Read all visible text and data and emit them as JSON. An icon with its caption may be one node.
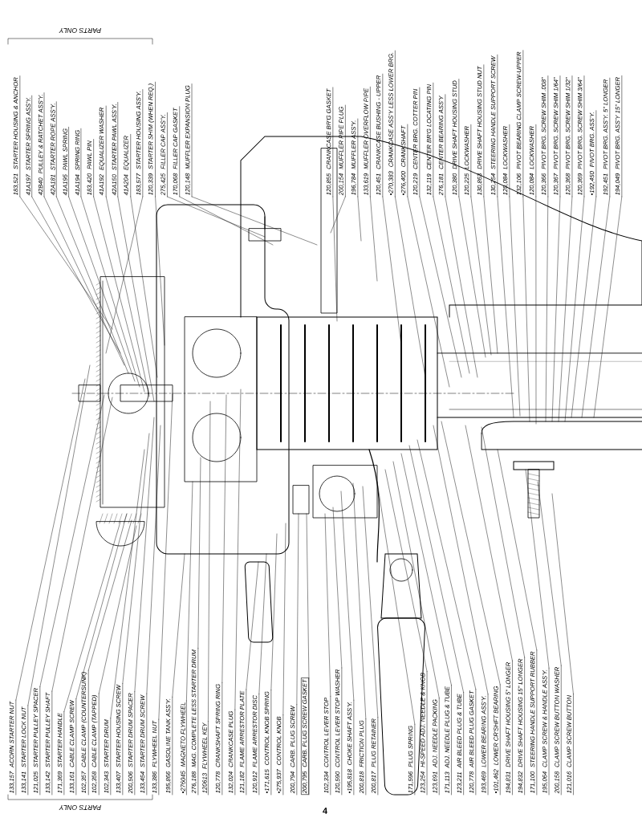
{
  "diagram": {
    "nodes": [
      {
        "text": [
          "183,521",
          "STARTER HOUSING & ANCHOR"
        ]
      },
      {
        "text": [
          "41A197",
          "STARTER SPRING ASS'Y."
        ]
      },
      {
        "text": [
          "42B40",
          "PULLEY & RATCHET ASS'Y."
        ]
      },
      {
        "text": [
          "42A181",
          "STARTER ROPE ASS'Y."
        ]
      },
      {
        "text": [
          "41A195",
          "PAWL SPRING"
        ]
      },
      {
        "text": [
          "41A194",
          "SPRING RING"
        ]
      },
      {
        "text": [
          "183,420",
          "PAWL PIN"
        ]
      },
      {
        "text": [
          "41A192",
          "EQUALIZER WASHER"
        ]
      },
      {
        "text": [
          "42A150",
          "STARTER PAWL ASS'Y."
        ]
      },
      {
        "text": [
          "41A204",
          "EQUALIZER"
        ]
      },
      {
        "text": [
          "183,577",
          "STARTER HOUSING ASS'Y."
        ]
      },
      {
        "text": [
          "120,339",
          "STARTER SHIM (WHEN REQ.)"
        ]
      },
      {
        "text": [
          "275,425",
          "FILLER CAP ASS'Y."
        ]
      },
      {
        "text": [
          "170,068",
          "FILLER CAP GASKET"
        ]
      },
      {
        "text": [
          "120,148",
          "MUFFLER EXPANSION PLUG"
        ]
      },
      {
        "text": [
          "120,855",
          "CRANKCASE BR'G GASKET"
        ]
      },
      {
        "text": [
          "200,154",
          "MUFFLER PIPE PLUG"
        ]
      },
      {
        "text": [
          "196,784",
          "MUFFLER ASS'Y."
        ]
      },
      {
        "text": [
          "133,619",
          "MUFFLER OVERFLOW PIPE"
        ]
      },
      {
        "text": [
          "120,451",
          "CRANKCASE BUSHING - UPPER"
        ]
      },
      {
        "text": [
          "•270,383",
          "CRANKCASE ASS'Y LESS LOWER BRG."
        ]
      },
      {
        "text": [
          "•276,400",
          "CRANKSHAFT"
        ]
      },
      {
        "text": [
          "120,219",
          "CENTER BRG. COTTER PIN"
        ]
      },
      {
        "text": [
          "132,119",
          "CENTER BR'G LOCATING PIN"
        ]
      },
      {
        "text": [
          "276,181",
          "CENTER BEARING ASS'Y"
        ]
      },
      {
        "text": [
          "120,380",
          "DRIVE SHAFT HOUSING STUD"
        ]
      },
      {
        "text": [
          "120,225",
          "LOCKWASHER"
        ]
      },
      {
        "text": [
          "130,863",
          "DRIVE SHAFT HOUSING STUD NUT"
        ]
      },
      {
        "text": [
          "130,254",
          "STEERING HANDLE SUPPORT SCREW"
        ]
      },
      {
        "text": [
          "120,084",
          "LOCKWASHER"
        ]
      },
      {
        "text": [
          "132,106",
          "PIVOT BEARING CLAMP SCREW-UPPER"
        ]
      },
      {
        "text": [
          "120,084",
          "LOCKWASHER"
        ]
      },
      {
        "text": [
          "120,366",
          "PIVOT BRG. SCREW SHIM .008\""
        ]
      },
      {
        "text": [
          "120,367",
          "PIVOT BRG. SCREW SHIM 1/64\""
        ]
      },
      {
        "text": [
          "120,368",
          "PIVOT BRG. SCREW SHIM 1/32\""
        ]
      },
      {
        "text": [
          "120,369",
          "PIVOT BRG. SCREW SHIM 3/64\""
        ]
      },
      {
        "text": [
          "•192,450",
          "PIVOT BRG. ASS'Y."
        ]
      },
      {
        "text": [
          "192,451",
          "PIVOT BRG. ASS'Y. 5\" LONGER"
        ]
      },
      {
        "text": [
          "194,049",
          "PIVOT BRG. ASS'Y 15\" LONGER"
        ]
      },
      {
        "text": [
          "133,157",
          "ACORN STARTER NUT"
        ]
      },
      {
        "text": [
          "133,141",
          "STARTER LOCK NUT"
        ]
      },
      {
        "text": [
          "121,025",
          "STARTER PULLEY SPACER"
        ]
      },
      {
        "text": [
          "133,142",
          "STARTER PULLEY SHAFT"
        ]
      },
      {
        "text": [
          "171,369",
          "STARTER HANDLE"
        ]
      },
      {
        "text": [
          "133,161",
          "CABLE CLAMP SCREW"
        ]
      },
      {
        "text": [
          "102,357",
          "CABLE CLAMP (COUNTERSUNK)"
        ]
      },
      {
        "text": [
          "102,358",
          "CABLE CLAMP (TAPPED)"
        ]
      },
      {
        "text": [
          "102,343",
          "STARTER DRUM"
        ]
      },
      {
        "text": [
          "133,407",
          "STARTER HOUSING SCREW"
        ]
      },
      {
        "text": [
          "200,506",
          "STARTER DRUM SPACER"
        ]
      },
      {
        "text": [
          "133,454",
          "STARTER DRUM SCREW"
        ]
      },
      {
        "text": [
          "133,386",
          "FLYWHEEL NUT"
        ]
      },
      {
        "text": [
          "195,866",
          "GASOLINE TANK ASS'Y."
        ]
      },
      {
        "text": [
          "•276045",
          "MAGNETO FLYWHEEL"
        ]
      },
      {
        "text": [
          "276,188",
          "MAG. COMPLETE LESS STARTER DRUM"
        ]
      },
      {
        "text": [
          "120613",
          "FLYWHEEL KEY"
        ]
      },
      {
        "text": [
          "120,778",
          "CRANKSHAFT SPRING RING"
        ]
      },
      {
        "text": [
          "132,024",
          "CRANKCASE PLUG"
        ]
      },
      {
        "text": [
          "121,182",
          "FLAME ARRESTOR PLATE"
        ]
      },
      {
        "text": [
          "120,912",
          "FLAME ARRESTOR DISC"
        ]
      },
      {
        "text": [
          "•171,615",
          "CONTROL KNOB SPRING"
        ]
      },
      {
        "text": [
          "•275,937",
          "CONTROL KNOB"
        ]
      },
      {
        "text": [
          "200,794",
          "CARB. PLUG SCREW"
        ]
      },
      {
        "text": [
          "200,795",
          "CARB. PLUG SCREW GASKET"
        ]
      },
      {
        "text": [
          "102,334",
          "CONTROL LEVER STOP"
        ]
      },
      {
        "text": [
          "120,590",
          "CONTROL LEVER STOP WASHER"
        ]
      },
      {
        "text": [
          "•195,818",
          "CHOKE SHAFT ASS'Y."
        ]
      },
      {
        "text": [
          "200,818",
          "FRICTION PLUG"
        ]
      },
      {
        "text": [
          "200,817",
          "PLUG RETAINER"
        ]
      },
      {
        "text": [
          "171,596",
          "PLUG SPRING"
        ]
      },
      {
        "text": [
          "123,254",
          "HI-SPEED ADJ. NEEDLE & KNOB"
        ]
      },
      {
        "text": [
          "123,691",
          "ADJ. NEEDLE PACKING"
        ]
      },
      {
        "text": [
          "171,113",
          "ADJ. NEEDLE PLUG & TUBE"
        ]
      },
      {
        "text": [
          "123,211",
          "AIR BLEED PLUG & TUBE"
        ]
      },
      {
        "text": [
          "120,778",
          "AIR BLEED PLUG GASKET"
        ]
      },
      {
        "text": [
          "193,469",
          "LOWER BEARING ASS'Y."
        ]
      },
      {
        "text": [
          "•101,462",
          "LOWER CR'SHFT BEARING"
        ]
      },
      {
        "text": [
          "194,831",
          "DRIVE SHAFT HOUSING 5\" LONGER"
        ]
      },
      {
        "text": [
          "194,832",
          "DRIVE SHAFT HOUSING 15\" LONGER"
        ]
      },
      {
        "text": [
          "171,100",
          "STEERING HANDLE SUPPORT RUBBER"
        ]
      },
      {
        "text": [
          "195,064",
          "CLAMP SCREW & HANDLE ASS'Y."
        ]
      },
      {
        "text": [
          "200,158",
          "CLAMP SCREW BUTTON WASHER"
        ]
      },
      {
        "text": [
          "121,016",
          "CLAMP SCREW BUTTON"
        ]
      }
    ],
    "edges": [
      {
        "from": 0,
        "to": null,
        "arrow": "none"
      },
      {
        "from": 1,
        "to": null,
        "arrow": "none"
      },
      {
        "from": 2,
        "to": null,
        "arrow": "none"
      },
      {
        "from": 3,
        "to": null,
        "arrow": "none"
      },
      {
        "from": 4,
        "to": null,
        "arrow": "none"
      },
      {
        "from": 5,
        "to": null,
        "arrow": "none"
      },
      {
        "from": 6,
        "to": null,
        "arrow": "none"
      },
      {
        "from": 7,
        "to": null,
        "arrow": "none"
      },
      {
        "from": 8,
        "to": null,
        "arrow": "none"
      },
      {
        "from": 9,
        "to": null,
        "arrow": "none"
      },
      {
        "from": 10,
        "to": null,
        "arrow": "none"
      },
      {
        "from": 11,
        "to": null,
        "arrow": "none"
      },
      {
        "from": 12,
        "to": null,
        "arrow": "none"
      },
      {
        "from": 13,
        "to": null,
        "arrow": "none"
      },
      {
        "from": 14,
        "to": null,
        "arrow": "none"
      },
      {
        "from": 15,
        "to": null,
        "arrow": "none"
      },
      {
        "from": 16,
        "to": null,
        "arrow": "none"
      },
      {
        "from": 17,
        "to": null,
        "arrow": "none"
      },
      {
        "from": 18,
        "to": null,
        "arrow": "none"
      },
      {
        "from": 19,
        "to": null,
        "arrow": "none"
      },
      {
        "from": 20,
        "to": null,
        "arrow": "none"
      },
      {
        "from": 21,
        "to": null,
        "arrow": "none"
      },
      {
        "from": 22,
        "to": null,
        "arrow": "none"
      },
      {
        "from": 23,
        "to": null,
        "arrow": "none"
      },
      {
        "from": 24,
        "to": null,
        "arrow": "none"
      },
      {
        "from": 25,
        "to": null,
        "arrow": "none"
      },
      {
        "from": 26,
        "to": null,
        "arrow": "none"
      },
      {
        "from": 27,
        "to": null,
        "arrow": "none"
      },
      {
        "from": 28,
        "to": null,
        "arrow": "none"
      },
      {
        "from": 29,
        "to": null,
        "arrow": "none"
      },
      {
        "from": 30,
        "to": null,
        "arrow": "none"
      },
      {
        "from": 31,
        "to": null,
        "arrow": "none"
      },
      {
        "from": 32,
        "to": null,
        "arrow": "none"
      },
      {
        "from": 33,
        "to": null,
        "arrow": "none"
      },
      {
        "from": 34,
        "to": null,
        "arrow": "none"
      },
      {
        "from": 35,
        "to": null,
        "arrow": "none"
      },
      {
        "from": 36,
        "to": null,
        "arrow": "none"
      },
      {
        "from": 37,
        "to": null,
        "arrow": "none"
      },
      {
        "from": 38,
        "to": null,
        "arrow": "none"
      },
      {
        "from": 39,
        "to": null,
        "arrow": "none"
      },
      {
        "from": 40,
        "to": null,
        "arrow": "none"
      },
      {
        "from": 41,
        "to": null,
        "arrow": "none"
      },
      {
        "from": 42,
        "to": null,
        "arrow": "none"
      },
      {
        "from": 43,
        "to": null,
        "arrow": "none"
      },
      {
        "from": 44,
        "to": null,
        "arrow": "none"
      },
      {
        "from": 45,
        "to": null,
        "arrow": "none"
      },
      {
        "from": 46,
        "to": null,
        "arrow": "none"
      },
      {
        "from": 47,
        "to": null,
        "arrow": "none"
      },
      {
        "from": 48,
        "to": null,
        "arrow": "none"
      },
      {
        "from": 49,
        "to": null,
        "arrow": "none"
      },
      {
        "from": 50,
        "to": null,
        "arrow": "none"
      },
      {
        "from": 51,
        "to": null,
        "arrow": "none"
      },
      {
        "from": 52,
        "to": null,
        "arrow": "none"
      },
      {
        "from": 53,
        "to": null,
        "arrow": "none"
      },
      {
        "from": 54,
        "to": null,
        "arrow": "none"
      },
      {
        "from": 55,
        "to": null,
        "arrow": "none"
      },
      {
        "from": 56,
        "to": null,
        "arrow": "none"
      },
      {
        "from": 57,
        "to": null,
        "arrow": "none"
      },
      {
        "from": 58,
        "to": null,
        "arrow": "none"
      },
      {
        "from": 59,
        "to": null,
        "arrow": "none"
      },
      {
        "from": 60,
        "to": null,
        "arrow": "none"
      },
      {
        "from": 61,
        "to": null,
        "arrow": "none"
      },
      {
        "from": 62,
        "to": null,
        "arrow": "none"
      },
      {
        "from": 63,
        "to": null,
        "arrow": "none"
      },
      {
        "from": 64,
        "to": null,
        "arrow": "none"
      },
      {
        "from": 65,
        "to": null,
        "arrow": "none"
      },
      {
        "from": 66,
        "to": null,
        "arrow": "none"
      },
      {
        "from": 67,
        "to": null,
        "arrow": "none"
      },
      {
        "from": 68,
        "to": null,
        "arrow": "none"
      },
      {
        "from": 69,
        "to": null,
        "arrow": "none"
      },
      {
        "from": 70,
        "to": null,
        "arrow": "none"
      },
      {
        "from": 71,
        "to": null,
        "arrow": "none"
      },
      {
        "from": 72,
        "to": null,
        "arrow": "none"
      },
      {
        "from": 73,
        "to": null,
        "arrow": "none"
      },
      {
        "from": 74,
        "to": null,
        "arrow": "none"
      },
      {
        "from": 75,
        "to": null,
        "arrow": "none"
      },
      {
        "from": 76,
        "to": null,
        "arrow": "none"
      },
      {
        "from": 77,
        "to": null,
        "arrow": "none"
      },
      {
        "from": 78,
        "to": null,
        "arrow": "none"
      },
      {
        "from": 79,
        "to": null,
        "arrow": "none"
      },
      {
        "from": 80,
        "to": null,
        "arrow": "none"
      },
      {
        "from": 81,
        "to": null,
        "arrow": "none"
      },
      {
        "from": 82,
        "to": null,
        "arrow": "none"
      }
    ],
    "labels": [
      "PARTS ONLY",
      "PARTS ONLY",
      "4"
    ]
  }
}
